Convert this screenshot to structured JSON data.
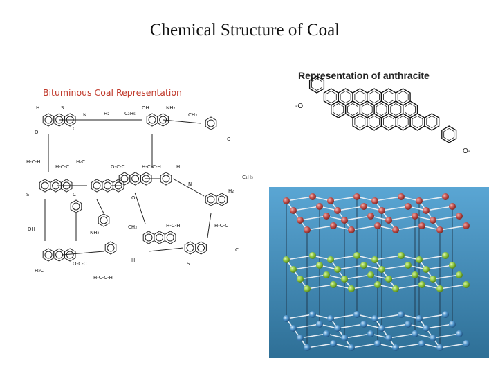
{
  "page": {
    "title": "Chemical Structure of Coal"
  },
  "bituminous": {
    "title": "Bituminous Coal Representation",
    "atom_labels": [
      "H",
      "S",
      "C",
      "O",
      "N",
      "H₂",
      "C₂H₅",
      "OH",
      "NH₂",
      "CH₃",
      "H-C-H",
      "H-C-C",
      "H₂C",
      "O-C-C",
      "H-C-C-H"
    ]
  },
  "anthracite": {
    "title": "Representation of anthracite",
    "left_group": "-O",
    "right_group": "O-"
  },
  "graphite_lattice": {
    "layers": [
      {
        "name": "top",
        "color": "#c0504d"
      },
      {
        "name": "middle",
        "color": "#8cc63f"
      },
      {
        "name": "bottom",
        "color": "#4a90c8"
      }
    ],
    "background_color": "#5b9bc8"
  }
}
